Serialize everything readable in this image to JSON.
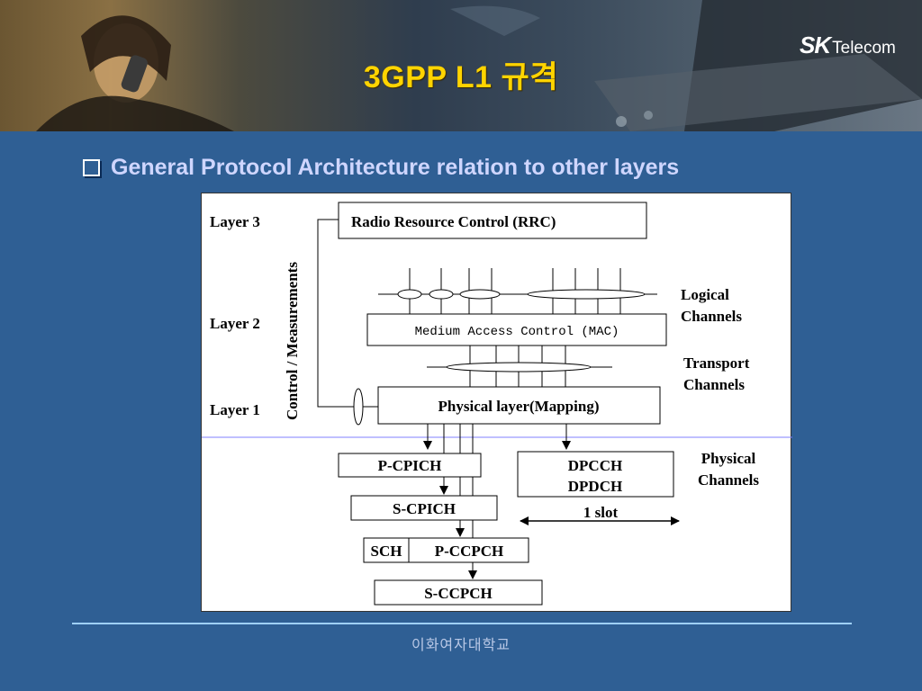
{
  "slide": {
    "title": "3GPP L1 규격",
    "brand": {
      "sk": "SK",
      "telecom": "Telecom"
    },
    "subtitle": "General Protocol Architecture relation to other layers",
    "footer": "이화여자대학교"
  },
  "diagram": {
    "layers": [
      "Layer 3",
      "Layer 2",
      "Layer 1"
    ],
    "control_label": "Control / Measurements",
    "rrc": "Radio Resource Control (RRC)",
    "mac": "Medium Access Control (MAC)",
    "phy": "Physical layer(Mapping)",
    "logical": [
      "Logical",
      "Channels"
    ],
    "transport": [
      "Transport",
      "Channels"
    ],
    "physical": [
      "Physical",
      "Channels"
    ],
    "channels": {
      "pcpich": "P-CPICH",
      "scpich": "S-CPICH",
      "sch": "SCH",
      "pccpch": "P-CCPCH",
      "sccpch": "S-CCPCH",
      "dpcch": "DPCCH",
      "dpdch": "DPDCH"
    },
    "slot": "1 slot"
  },
  "colors": {
    "title": "#ffd400",
    "background": "#2f5f94",
    "subtitle": "#cfd6ff",
    "divider": "#8080ff"
  }
}
